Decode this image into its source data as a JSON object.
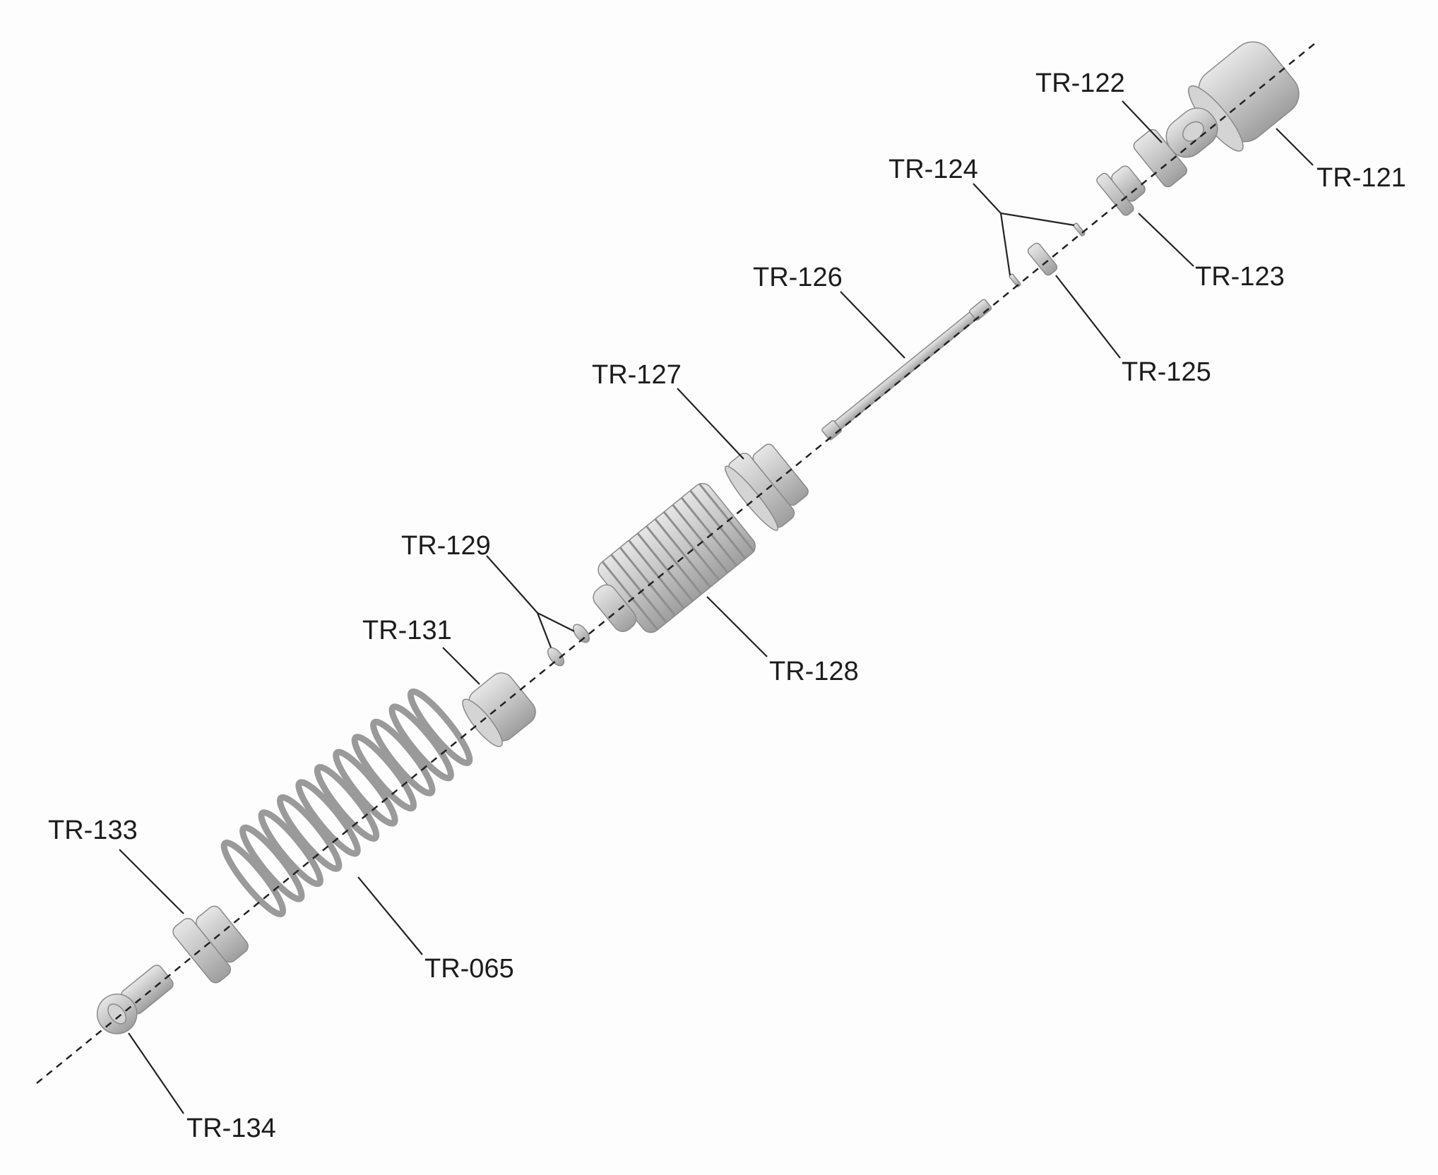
{
  "diagram": {
    "type": "exploded-parts-view",
    "parts": [
      {
        "id": "TR-121",
        "label": "TR-121"
      },
      {
        "id": "TR-122",
        "label": "TR-122"
      },
      {
        "id": "TR-123",
        "label": "TR-123"
      },
      {
        "id": "TR-124",
        "label": "TR-124"
      },
      {
        "id": "TR-125",
        "label": "TR-125"
      },
      {
        "id": "TR-126",
        "label": "TR-126"
      },
      {
        "id": "TR-127",
        "label": "TR-127"
      },
      {
        "id": "TR-128",
        "label": "TR-128"
      },
      {
        "id": "TR-129",
        "label": "TR-129"
      },
      {
        "id": "TR-131",
        "label": "TR-131"
      },
      {
        "id": "TR-065",
        "label": "TR-065"
      },
      {
        "id": "TR-133",
        "label": "TR-133"
      },
      {
        "id": "TR-134",
        "label": "TR-134"
      }
    ],
    "colors": {
      "line": "#222222",
      "part": "#c8c8c8",
      "background": "#fdfdfd"
    }
  }
}
